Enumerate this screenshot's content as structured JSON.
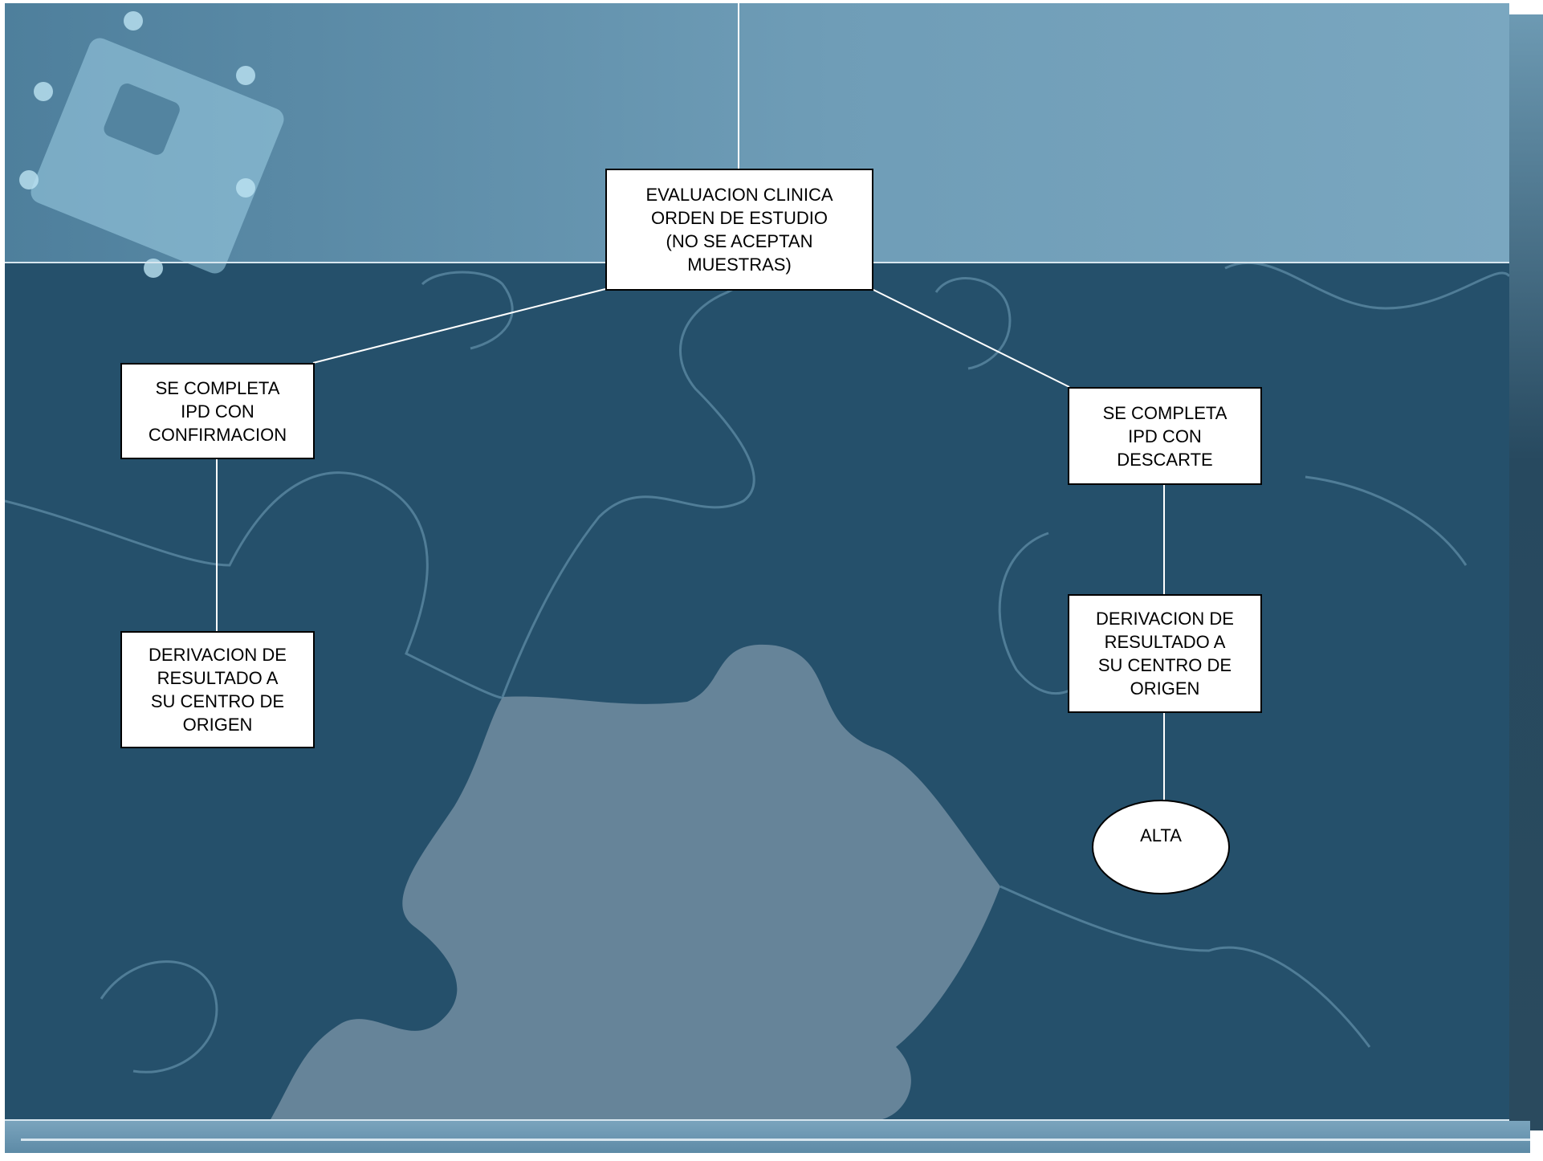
{
  "diagram": {
    "nodes": {
      "evaluacion": "EVALUACION CLINICA\nORDEN DE ESTUDIO\n(NO SE ACEPTAN\nMUESTRAS)",
      "confirmacion": "SE COMPLETA\nIPD CON\nCONFIRMACION",
      "descarte": "SE COMPLETA\nIPD CON\nDESCARTE",
      "derivacion_left": "DERIVACION DE\nRESULTADO A\nSU CENTRO DE\nORIGEN",
      "derivacion_right": "DERIVACION DE\nRESULTADO A\nSU CENTRO DE\nORIGEN",
      "alta": "ALTA"
    },
    "edges": [
      {
        "from": "top",
        "to": "evaluacion"
      },
      {
        "from": "evaluacion",
        "to": "confirmacion"
      },
      {
        "from": "evaluacion",
        "to": "descarte"
      },
      {
        "from": "confirmacion",
        "to": "derivacion_left"
      },
      {
        "from": "descarte",
        "to": "derivacion_right"
      },
      {
        "from": "derivacion_right",
        "to": "alta"
      }
    ]
  },
  "colors": {
    "background": "#25506b",
    "header": "#6f9db7",
    "connector": "#ffffff",
    "node_fill": "#ffffff",
    "node_border": "#000000"
  },
  "decoration": {
    "logo_icon": "puzzle-pieces-icon",
    "background_art": "large-puzzle-pieces"
  }
}
